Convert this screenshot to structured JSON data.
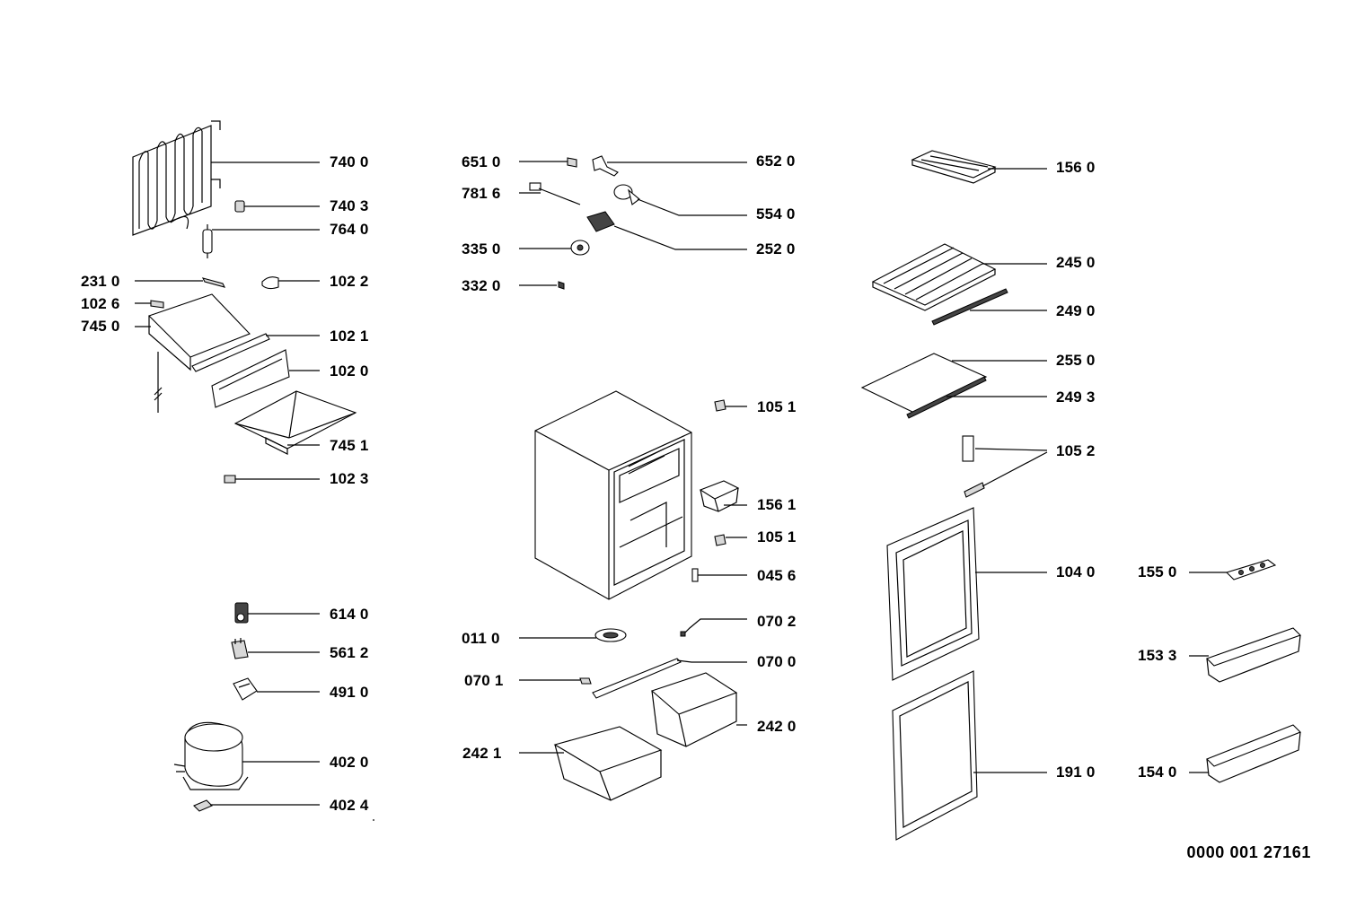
{
  "labels": {
    "c1_7400": "740 0",
    "c1_7403": "740 3",
    "c1_7640": "764 0",
    "c1_2310": "231 0",
    "c1_1022": "102 2",
    "c1_1026": "102 6",
    "c1_7450": "745 0",
    "c1_1021": "102 1",
    "c1_1020": "102 0",
    "c1_7451": "745 1",
    "c1_1023": "102 3",
    "c1_6140": "614 0",
    "c1_5612": "561 2",
    "c1_4910": "491 0",
    "c1_4020": "402 0",
    "c1_4024": "402 4",
    "c2_6510": "651 0",
    "c2_7816": "781 6",
    "c2_3350": "335 0",
    "c2_3320": "332 0",
    "c2_6520": "652 0",
    "c2_5540": "554 0",
    "c2_2520": "252 0",
    "c2_1051a": "105 1",
    "c2_1561": "156 1",
    "c2_1051b": "105 1",
    "c2_0456": "045 6",
    "c2_0702": "070 2",
    "c2_0110": "011 0",
    "c2_0700": "070 0",
    "c2_0701": "070 1",
    "c2_2420": "242 0",
    "c2_2421": "242 1",
    "c3_1560": "156 0",
    "c3_2450": "245 0",
    "c3_2490": "249 0",
    "c3_2550": "255 0",
    "c3_2493": "249 3",
    "c3_1052": "105 2",
    "c3_1040": "104 0",
    "c3_1910": "191 0",
    "c4_1550": "155 0",
    "c4_1533": "153 3",
    "c4_1540": "154 0"
  },
  "reference_number": "0000 001 27161",
  "colors": {
    "line": "#000000",
    "background": "#ffffff",
    "part_fill": "#d8d8d8"
  }
}
